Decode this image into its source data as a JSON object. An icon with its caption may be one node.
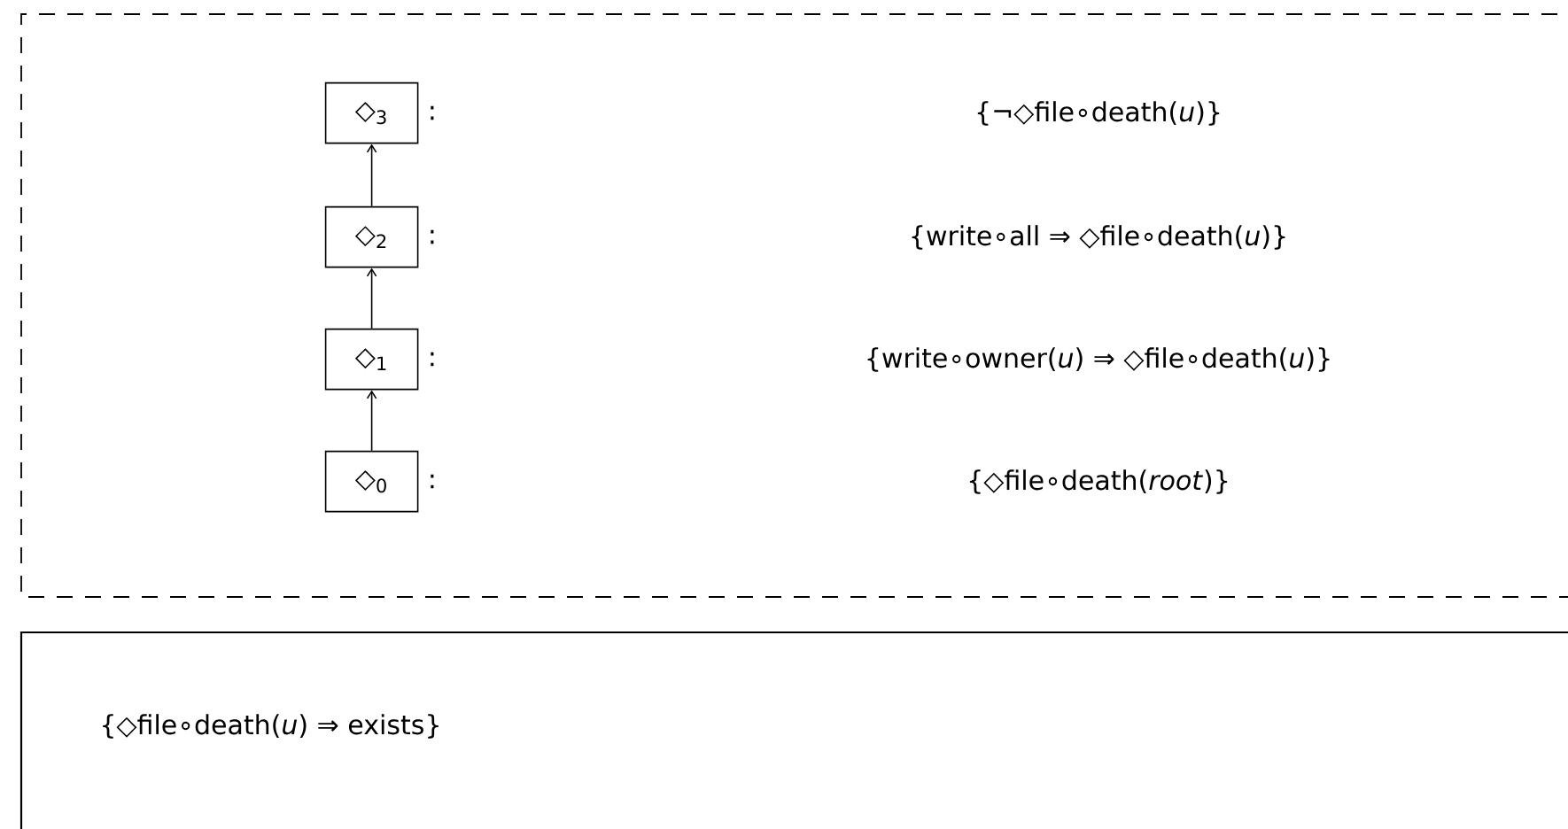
{
  "diagram": {
    "nodes": [
      {
        "text": [],
        "shape": "box"
      },
      {
        "text": [
          "◇$_{3}$"
        ],
        "in": 0,
        "beside": [
          ":"
        ]
      },
      {
        "text": [
          "◇$_{2}$"
        ],
        "in": 0,
        "beside": [
          ":"
        ]
      },
      {
        "text": [
          "◇$_{1}$"
        ],
        "in": 0,
        "beside": [
          ":"
        ]
      },
      {
        "text": [
          "◇$_{0}$"
        ],
        "in": 0,
        "beside": [
          ":"
        ]
      },
      {
        "text": [
          "{◇file∘death(*u*) ⇒ exists}"
        ]
      }
    ],
    "edges": [
      {
        "from": 4,
        "to": 3,
        "arrow": "to"
      },
      {
        "from": 3,
        "to": 2,
        "arrow": "to"
      },
      {
        "from": 2,
        "to": 1,
        "arrow": "to"
      }
    ],
    "labels": [
      "{¬◇file∘death(*u*)}",
      "{write∘all ⇒ ◇file∘death(*u*)}",
      "{write∘owner(*u*) ⇒ ◇file∘death(*u*)}",
      "{◇file∘death(*root*)}"
    ]
  }
}
